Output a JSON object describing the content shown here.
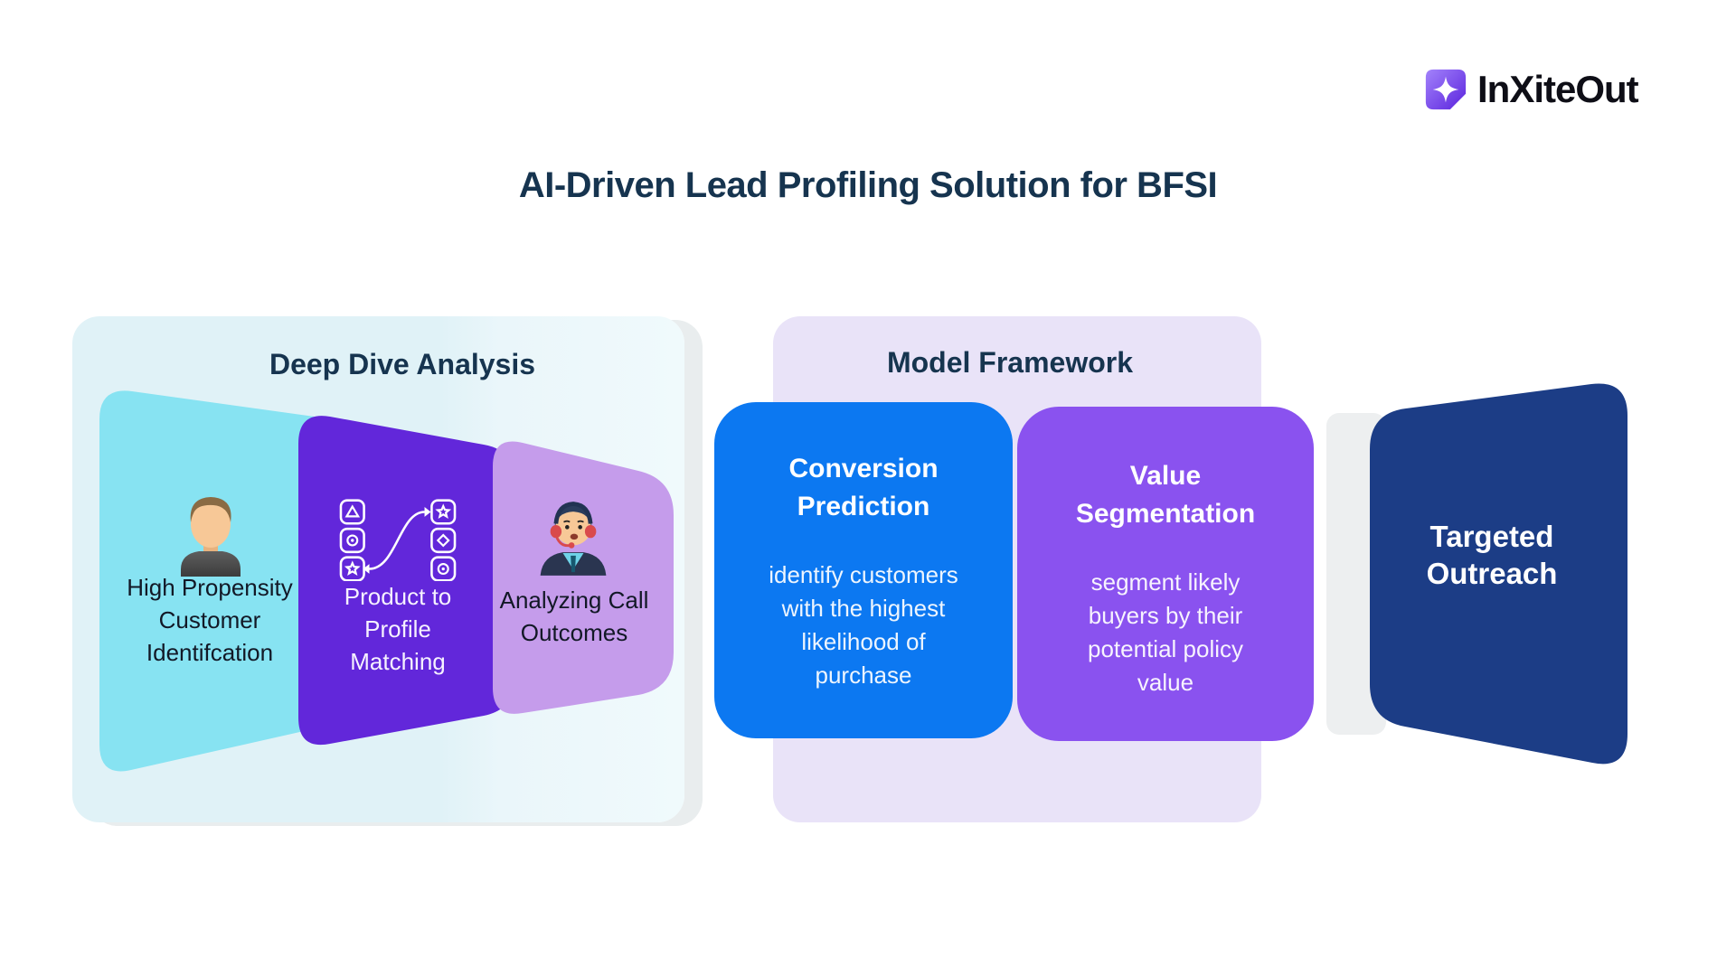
{
  "brand": {
    "name": "InXiteOut"
  },
  "title": "AI-Driven Lead Profiling Solution for BFSI",
  "colors": {
    "heading_text": "#16344F",
    "panel_deep_dive_bg": "#E0F2F7",
    "panel_model_bg": "#E9E3F8",
    "funnel_cyan": "#87E3F2",
    "funnel_purple": "#6227DA",
    "funnel_lavender": "#C59CEB",
    "card_blue": "#0C78F1",
    "card_purple": "#8A52EF",
    "outcome_navy": "#1C3D86",
    "connector_gray": "#EDEFF0",
    "logo_gradient_from": "#A383FB",
    "logo_gradient_to": "#5A22DD"
  },
  "deep_dive": {
    "heading": "Deep Dive Analysis",
    "steps": [
      {
        "icon": "user-icon",
        "color": "#87E3F2",
        "lines": [
          "High Propensity",
          "Customer",
          "Identifcation"
        ]
      },
      {
        "icon": "profile-matching-icon",
        "color": "#6227DA",
        "lines": [
          "Product to",
          "Profile",
          "Matching"
        ]
      },
      {
        "icon": "call-agent-icon",
        "color": "#C59CEB",
        "lines": [
          "Analyzing Call",
          "Outcomes"
        ]
      }
    ]
  },
  "model_framework": {
    "heading": "Model Framework",
    "cards": [
      {
        "color": "#0C78F1",
        "title_lines": [
          "Conversion",
          "Prediction"
        ],
        "body_lines": [
          "identify customers",
          "with the highest",
          "likelihood of",
          "purchase"
        ]
      },
      {
        "color": "#8A52EF",
        "title_lines": [
          "Value",
          "Segmentation"
        ],
        "body_lines": [
          "segment likely",
          "buyers by their",
          "potential policy",
          "value"
        ]
      }
    ]
  },
  "outcome": {
    "color": "#1C3D86",
    "lines": [
      "Targeted",
      "Outreach"
    ]
  }
}
